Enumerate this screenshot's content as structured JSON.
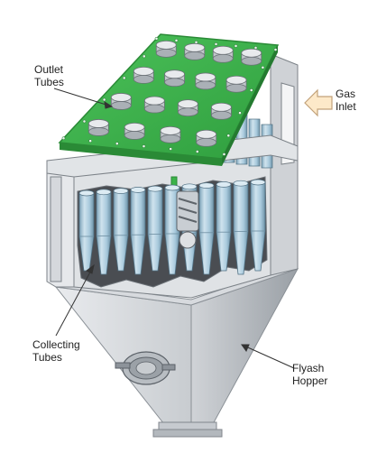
{
  "labels": {
    "outlet_tubes": [
      "Outlet",
      "Tubes"
    ],
    "gas_inlet": [
      "Gas",
      "Inlet"
    ],
    "collecting_tubes": [
      "Collecting",
      "Tubes"
    ],
    "flyash_hopper": [
      "Flyash",
      "Hopper"
    ]
  },
  "colors": {
    "plate_green": "#3bb34a",
    "plate_edge": "#2a8a36",
    "steel_light": "#e3e5e8",
    "steel_mid": "#c4c8cc",
    "steel_dark": "#9aa0a6",
    "tube_blue": "#a8c9dc",
    "tube_shadow": "#6e93a8",
    "interior": "#44474b",
    "arrow_fill": "#fde9c9",
    "arrow_stroke": "#c2a27a"
  },
  "parts": {
    "outlet_tube_count": 16,
    "collecting_tube_count": 11
  }
}
